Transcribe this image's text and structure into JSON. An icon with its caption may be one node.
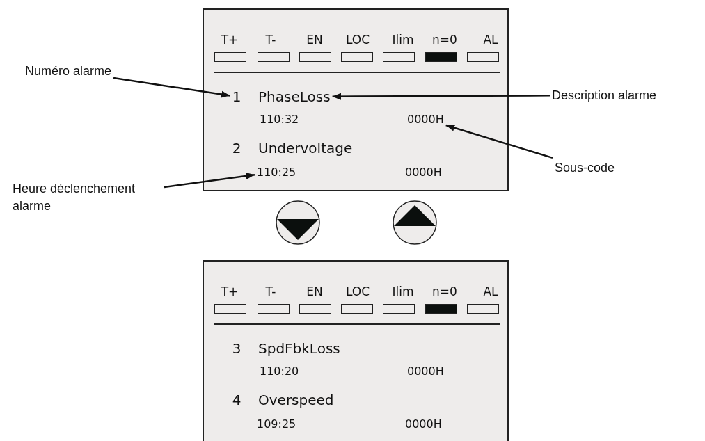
{
  "diagram": {
    "nodes": [
      {
        "text": [],
        "shape": "box"
      },
      {
        "text": [
          "1"
        ],
        "in": 0
      },
      {
        "text": [
          "PhaseLoss"
        ],
        "in": 0
      },
      {
        "text": [
          "0000H"
        ],
        "in": 0
      },
      {
        "text": [
          "110:25"
        ],
        "in": 0
      },
      {
        "text": [
          "Numéro alarme"
        ]
      },
      {
        "text": [
          "Description alarme"
        ]
      },
      {
        "text": [
          "Sous-code"
        ]
      },
      {
        "text": [
          "Heure déclenchement alarme"
        ]
      },
      {
        "text": [],
        "shape": "box"
      }
    ],
    "edges": [
      {
        "from": 5,
        "to": 1,
        "arrow": "to"
      },
      {
        "from": 6,
        "to": 2,
        "arrow": "to"
      },
      {
        "from": 7,
        "to": 3,
        "arrow": "to"
      },
      {
        "from": 8,
        "to": 4,
        "arrow": "to"
      }
    ],
    "labels": [
      "T+",
      "T-",
      "EN",
      "LOC",
      "Ilim",
      "n=0",
      "AL",
      "110:32",
      "2",
      "Undervoltage",
      "0000H",
      "T+",
      "T-",
      "EN",
      "LOC",
      "Ilim",
      "n=0",
      "AL",
      "3",
      "SpdFbkLoss",
      "110:20",
      "0000H",
      "4",
      "Overspeed",
      "109:25",
      "0000H"
    ]
  }
}
